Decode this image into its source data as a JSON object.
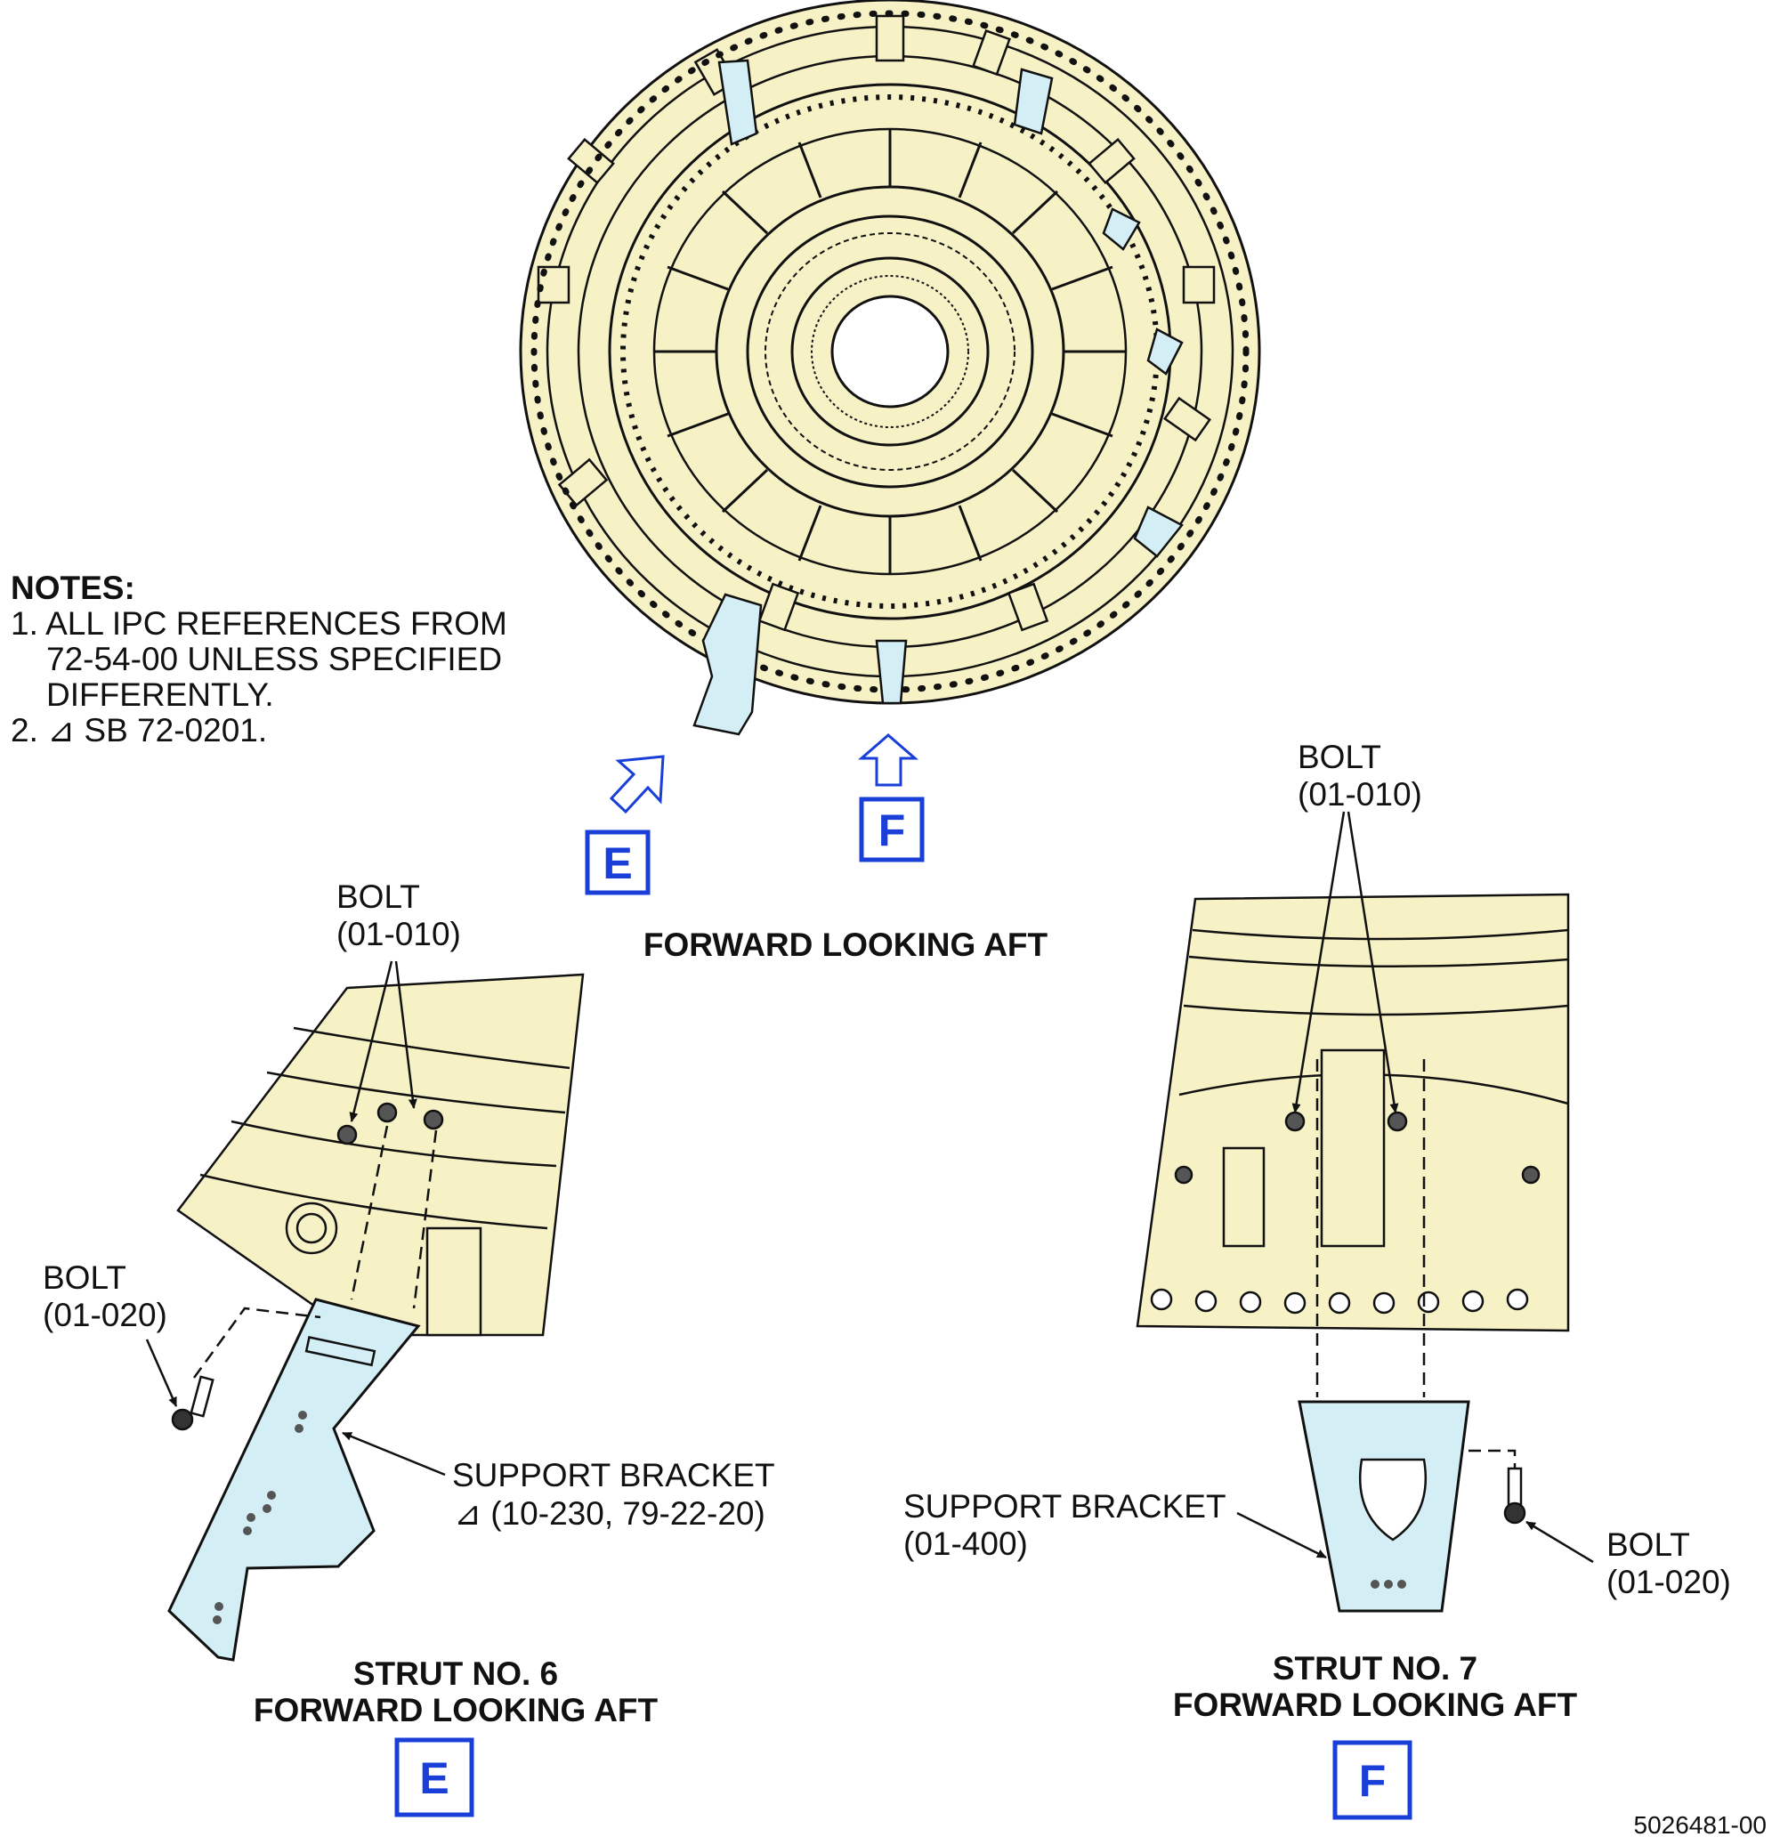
{
  "notes": {
    "heading": "NOTES:",
    "lines": [
      "1. ALL IPC REFERENCES FROM",
      "72-54-00 UNLESS SPECIFIED",
      "DIFFERENTLY.",
      "2. ⊿ SB 72-0201."
    ]
  },
  "main_view": {
    "caption": "FORWARD LOOKING AFT",
    "view_refs": [
      "E",
      "F"
    ]
  },
  "detail_e": {
    "bolt_top": [
      "BOLT",
      "(01-010)"
    ],
    "bolt_side": [
      "BOLT",
      "(01-020)"
    ],
    "support_bracket": [
      "SUPPORT BRACKET",
      "⊿ (10-230, 79-22-20)"
    ],
    "caption": [
      "STRUT NO. 6",
      "FORWARD LOOKING AFT"
    ],
    "ref": "E"
  },
  "detail_f": {
    "bolt_top": [
      "BOLT",
      "(01-010)"
    ],
    "bolt_side": [
      "BOLT",
      "(01-020)"
    ],
    "support_bracket": [
      "SUPPORT BRACKET",
      "(01-400)"
    ],
    "caption": [
      "STRUT NO. 7",
      "FORWARD LOOKING AFT"
    ],
    "ref": "F"
  },
  "figure_id": "5026481-00",
  "colors": {
    "engine_fill": "#f7f1c6",
    "bracket_fill": "#d3eef4",
    "ref_blue": "#1a3fd8",
    "line": "#111111"
  }
}
